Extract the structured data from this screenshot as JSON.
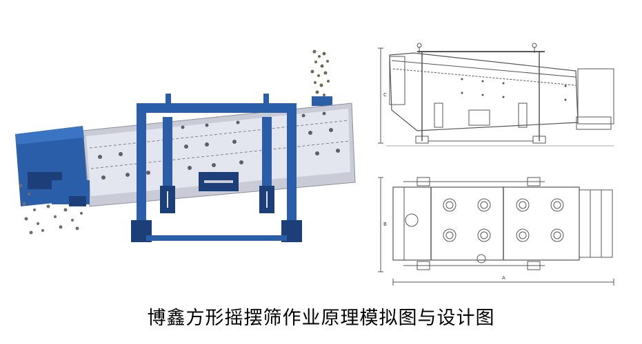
{
  "caption": "博鑫方形摇摆筛作业原理模拟图与设计图",
  "drawing": {
    "dimension_A": "A",
    "dimension_B": "B",
    "dimension_C": "C"
  },
  "colors": {
    "frame_blue": "#2a5ea8",
    "frame_dark": "#1c3f7a",
    "body_gray": "#c9ccd6",
    "screen_light": "#e3e6ee",
    "line": "#555555"
  },
  "icons": [
    "material-particles",
    "screen-holes",
    "vibration-motor",
    "spring-suspension"
  ]
}
